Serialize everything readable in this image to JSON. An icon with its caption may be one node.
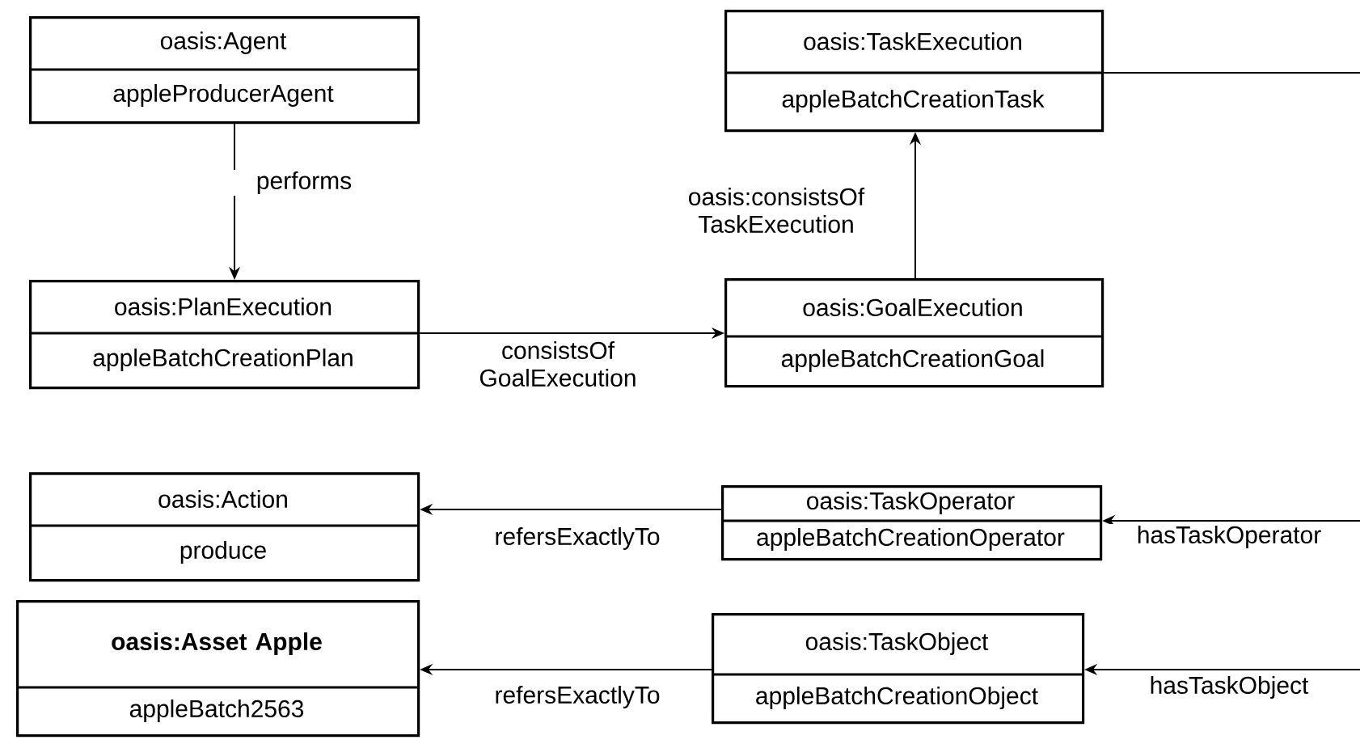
{
  "diagram": {
    "nodes": [
      {
        "text": [
          "oasis:Agent",
          "appleProducerAgent"
        ]
      },
      {
        "text": [
          "oasis:TaskExecution",
          "appleBatchCreationTask"
        ]
      },
      {
        "text": [
          "oasis:PlanExecution",
          "appleBatchCreationPlan"
        ]
      },
      {
        "text": [
          "oasis:GoalExecution",
          "appleBatchCreationGoal"
        ]
      },
      {
        "text": [
          "oasis:Action",
          "produce"
        ]
      },
      {
        "text": [
          "oasis:TaskOperator",
          "appleBatchCreationOperator"
        ]
      },
      {
        "text": [
          "oasis:Asset Apple",
          "appleBatch2563"
        ]
      },
      {
        "text": [
          "oasis:TaskObject",
          "appleBatchCreationObject"
        ]
      }
    ],
    "edges": [
      {
        "from": 0,
        "to": 2,
        "arrow": "to",
        "label": "performs"
      },
      {
        "from": 2,
        "to": 3,
        "arrow": "to",
        "label": "consistsOf GoalExecution"
      },
      {
        "from": 3,
        "to": 1,
        "arrow": "to",
        "label": "oasis:consistsOf TaskExecution"
      },
      {
        "from": 1,
        "to": null,
        "arrow": "none"
      },
      {
        "from": 5,
        "to": 4,
        "arrow": "to",
        "label": "refersExactlyTo"
      },
      {
        "from": null,
        "to": 5,
        "arrow": "to",
        "label": "hasTaskOperator"
      },
      {
        "from": 7,
        "to": 6,
        "arrow": "to",
        "label": "refersExactlyTo"
      },
      {
        "from": null,
        "to": 7,
        "arrow": "to",
        "label": "hasTaskObject"
      }
    ]
  }
}
